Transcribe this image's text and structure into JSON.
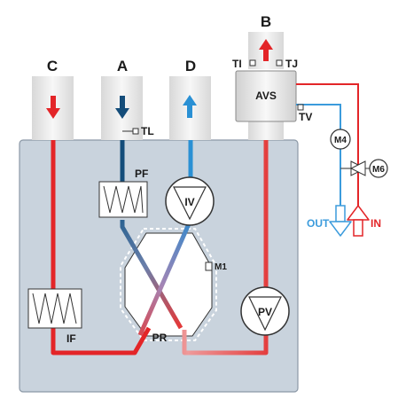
{
  "ducts": {
    "C": "C",
    "A": "A",
    "D": "D",
    "B": "B"
  },
  "components": {
    "pf": "PF",
    "if": "IF",
    "iv": "IV",
    "pv": "PV",
    "pr": "PR",
    "m1": "M1",
    "avs": "AVS",
    "tl": "TL",
    "ti": "TI",
    "tj": "TJ",
    "tv": "TV",
    "m4": "M4",
    "m6": "M6"
  },
  "io": {
    "out": "OUT",
    "in": "IN"
  },
  "colors": {
    "hot": "#e32528",
    "cold": "#1b7fc6",
    "dark_blue": "#144d7a",
    "panel": "#c9d3dd",
    "duct": "#e4e4e4"
  }
}
